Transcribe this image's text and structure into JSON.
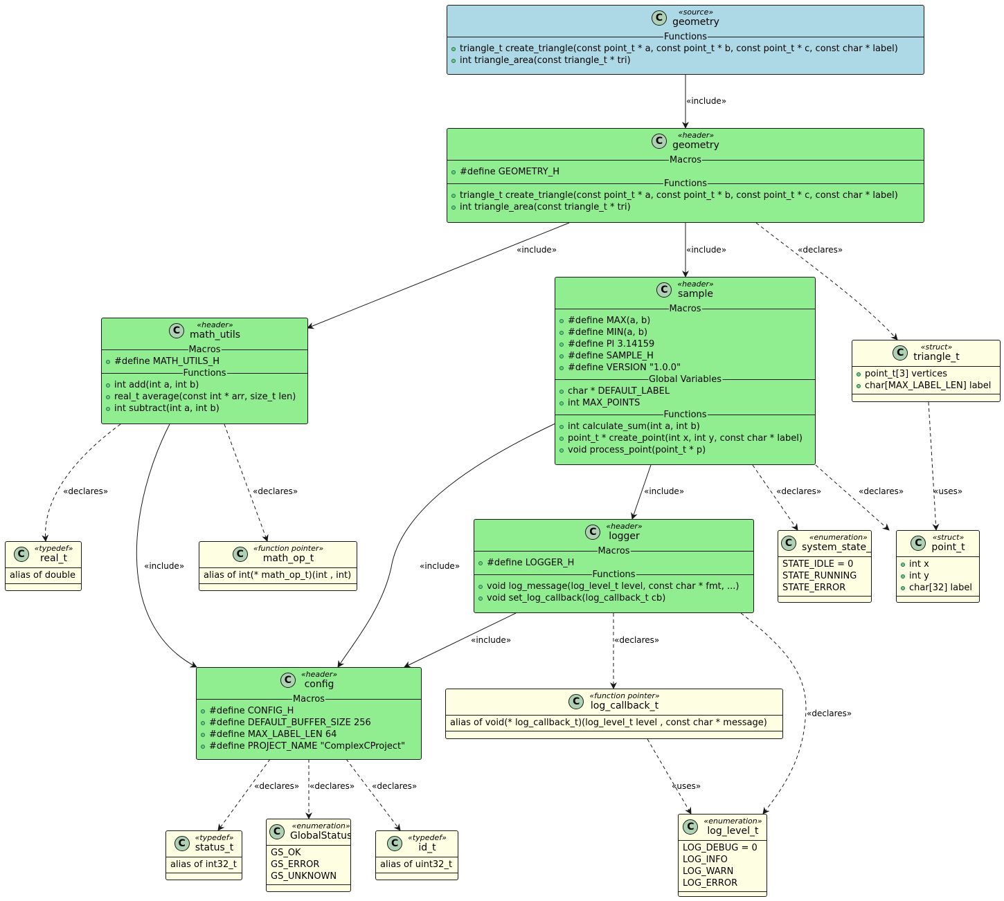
{
  "classes": {
    "geometry_source": {
      "stereotype": "«source»",
      "name": "geometry",
      "section_functions": "Functions",
      "functions": [
        "triangle_t create_triangle(const point_t * a, const point_t * b, const point_t * c, const char * label)",
        "int triangle_area(const triangle_t * tri)"
      ]
    },
    "geometry_header": {
      "stereotype": "«header»",
      "name": "geometry",
      "section_macros": "Macros",
      "macros": [
        "#define GEOMETRY_H"
      ],
      "section_functions": "Functions",
      "functions": [
        "triangle_t create_triangle(const point_t * a, const point_t * b, const point_t * c, const char * label)",
        "int triangle_area(const triangle_t * tri)"
      ]
    },
    "math_utils": {
      "stereotype": "«header»",
      "name": "math_utils",
      "section_macros": "Macros",
      "macros": [
        "#define MATH_UTILS_H"
      ],
      "section_functions": "Functions",
      "functions": [
        "int add(int a, int b)",
        "real_t average(const int * arr, size_t len)",
        "int subtract(int a, int b)"
      ]
    },
    "sample": {
      "stereotype": "«header»",
      "name": "sample",
      "section_macros": "Macros",
      "macros": [
        "#define MAX(a, b)",
        "#define MIN(a, b)",
        "#define PI 3.14159",
        "#define SAMPLE_H",
        "#define VERSION \"1.0.0\""
      ],
      "section_globals": "Global Variables",
      "globals": [
        "char * DEFAULT_LABEL",
        "int MAX_POINTS"
      ],
      "section_functions": "Functions",
      "functions": [
        "int calculate_sum(int a, int b)",
        "point_t * create_point(int x, int y, const char * label)",
        "void process_point(point_t * p)"
      ]
    },
    "triangle_t": {
      "stereotype": "«struct»",
      "name": "triangle_t",
      "fields": [
        "point_t[3] vertices",
        "char[MAX_LABEL_LEN] label"
      ]
    },
    "real_t": {
      "stereotype": "«typedef»",
      "name": "real_t",
      "body": "alias of double"
    },
    "math_op_t": {
      "stereotype": "«function pointer»",
      "name": "math_op_t",
      "body": "alias of int(* math_op_t)(int , int)"
    },
    "logger": {
      "stereotype": "«header»",
      "name": "logger",
      "section_macros": "Macros",
      "macros": [
        "#define LOGGER_H"
      ],
      "section_functions": "Functions",
      "functions": [
        "void log_message(log_level_t level, const char * fmt, ...)",
        "void set_log_callback(log_callback_t cb)"
      ]
    },
    "system_state_t": {
      "stereotype": "«enumeration»",
      "name": "system_state_t",
      "values": [
        "STATE_IDLE = 0",
        "STATE_RUNNING",
        "STATE_ERROR"
      ]
    },
    "point_t": {
      "stereotype": "«struct»",
      "name": "point_t",
      "fields": [
        "int x",
        "int y",
        "char[32] label"
      ]
    },
    "config": {
      "stereotype": "«header»",
      "name": "config",
      "section_macros": "Macros",
      "macros": [
        "#define CONFIG_H",
        "#define DEFAULT_BUFFER_SIZE 256",
        "#define MAX_LABEL_LEN 64",
        "#define PROJECT_NAME \"ComplexCProject\""
      ]
    },
    "log_callback_t": {
      "stereotype": "«function pointer»",
      "name": "log_callback_t",
      "body": "alias of void(* log_callback_t)(log_level_t level , const char * message)"
    },
    "status_t": {
      "stereotype": "«typedef»",
      "name": "status_t",
      "body": "alias of int32_t"
    },
    "GlobalStatus": {
      "stereotype": "«enumeration»",
      "name": "GlobalStatus",
      "values": [
        "GS_OK",
        "GS_ERROR",
        "GS_UNKNOWN"
      ]
    },
    "id_t": {
      "stereotype": "«typedef»",
      "name": "id_t",
      "body": "alias of uint32_t"
    },
    "log_level_t": {
      "stereotype": "«enumeration»",
      "name": "log_level_t",
      "values": [
        "LOG_DEBUG = 0",
        "LOG_INFO",
        "LOG_WARN",
        "LOG_ERROR"
      ]
    }
  },
  "edge_labels": {
    "include": "«include»",
    "declares": "«declares»",
    "uses": "«uses»"
  },
  "colors": {
    "source_fill": "#add8e6",
    "header_fill": "#90ee90",
    "type_fill": "#fefee2",
    "class_icon": "#add1b2",
    "border": "#181818"
  }
}
